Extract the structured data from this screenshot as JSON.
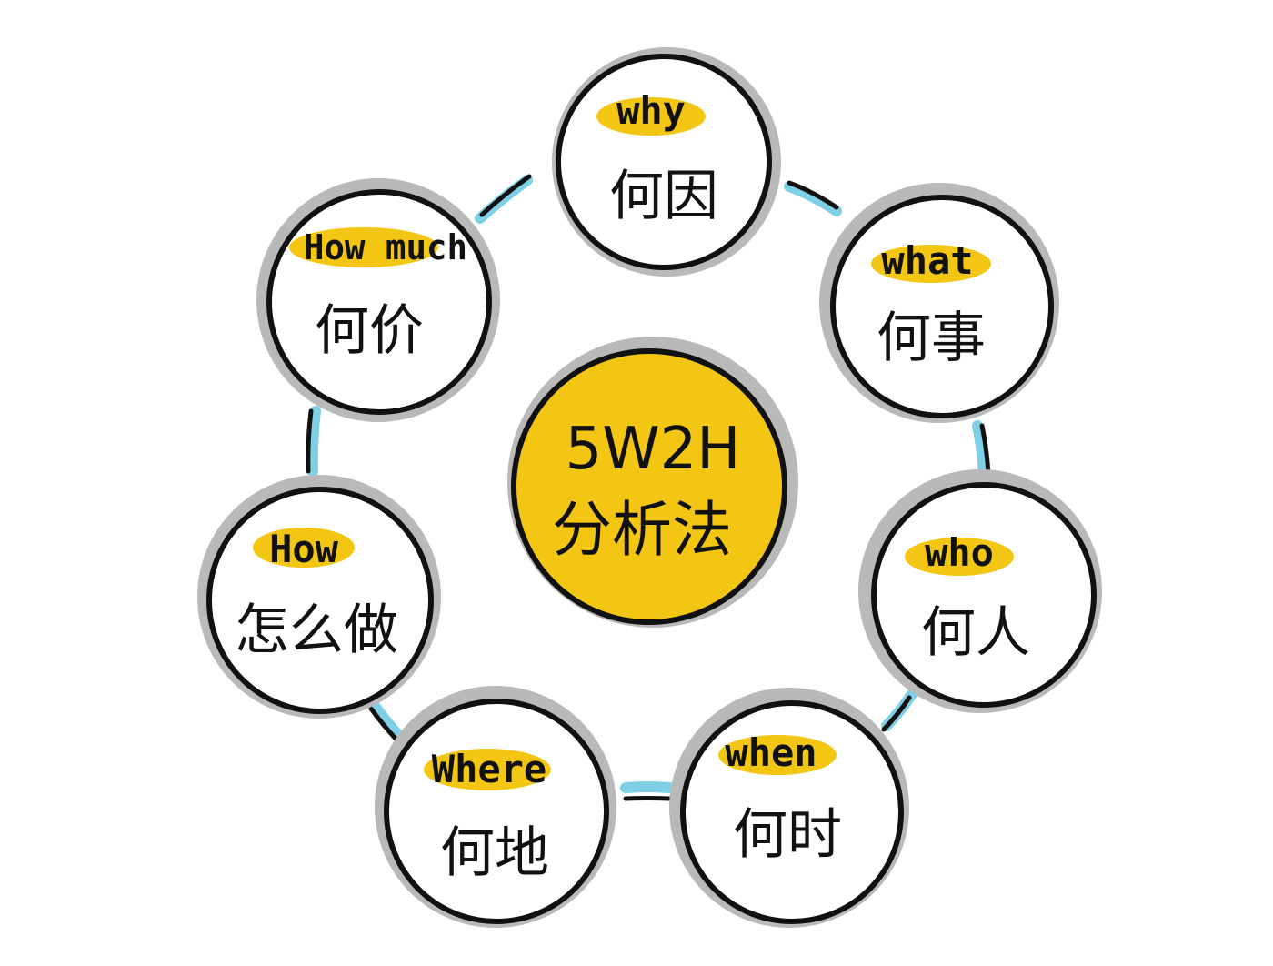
{
  "center": {
    "title": "5W2H",
    "subtitle": "分析法"
  },
  "nodes": [
    {
      "id": "why",
      "en": "why",
      "cn": "何因"
    },
    {
      "id": "what",
      "en": "what",
      "cn": "何事"
    },
    {
      "id": "who",
      "en": "who",
      "cn": "何人"
    },
    {
      "id": "when",
      "en": "when",
      "cn": "何时"
    },
    {
      "id": "where",
      "en": "Where",
      "cn": "何地"
    },
    {
      "id": "how",
      "en": "How",
      "cn": "怎么做"
    },
    {
      "id": "how-much",
      "en": "How much",
      "cn": "何价"
    }
  ],
  "colors": {
    "highlight": "#f3c613",
    "connector": "#7fd0e6",
    "outline": "#111111",
    "shadow": "#b9b9b9",
    "background": "#ffffff"
  }
}
